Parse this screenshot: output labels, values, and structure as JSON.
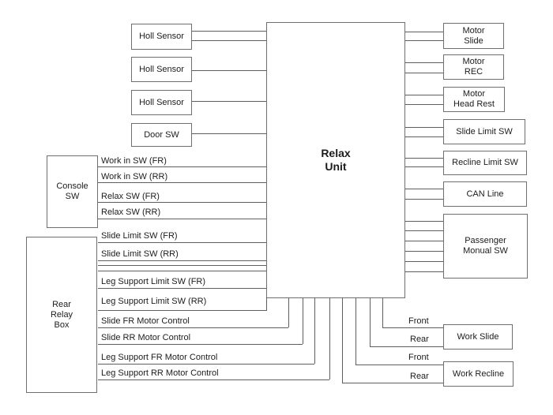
{
  "relax_unit": {
    "label": "Relax\nUnit"
  },
  "left_boxes": {
    "holl_sensor_1": "Holl Sensor",
    "holl_sensor_2": "Holl Sensor",
    "holl_sensor_3": "Holl Sensor",
    "door_sw": "Door SW",
    "console_sw": "Console\nSW",
    "rear_relay_box": "Rear\nRelay\nBox"
  },
  "console_lines": [
    {
      "label": "Work in SW (FR)"
    },
    {
      "label": "Work in SW (RR)"
    },
    {
      "label": "Relax SW (FR)"
    },
    {
      "label": "Relax SW (RR)"
    }
  ],
  "relay_lines": [
    {
      "label": "Slide Limit SW (FR)"
    },
    {
      "label": "Slide Limit SW (RR)"
    },
    {
      "label": "Leg Support Limit SW (FR)"
    },
    {
      "label": "Leg Support Limit SW (RR)"
    },
    {
      "label": "Slide FR Motor Control"
    },
    {
      "label": "Slide RR Motor Control"
    },
    {
      "label": "Leg Support FR Motor Control"
    },
    {
      "label": "Leg Support RR Motor Control"
    }
  ],
  "right_boxes": {
    "motor_slide": "Motor\nSlide",
    "motor_rec": "Motor\nREC",
    "motor_head_rest": "Motor\nHead Rest",
    "slide_limit_sw": "Slide Limit SW",
    "recline_limit_sw": "Recline Limit SW",
    "can_line": "CAN Line",
    "passenger_monual_sw": "Passenger\nMonual SW",
    "work_slide": "Work Slide",
    "work_recline": "Work Recline"
  },
  "front_rear_labels": [
    {
      "label": "Front"
    },
    {
      "label": "Rear"
    },
    {
      "label": "Front"
    },
    {
      "label": "Rear"
    }
  ],
  "colors": {
    "wire": "#5e5e5e",
    "box_border": "#6f6f6f",
    "text": "#1c1c1c",
    "background": "#ffffff"
  }
}
